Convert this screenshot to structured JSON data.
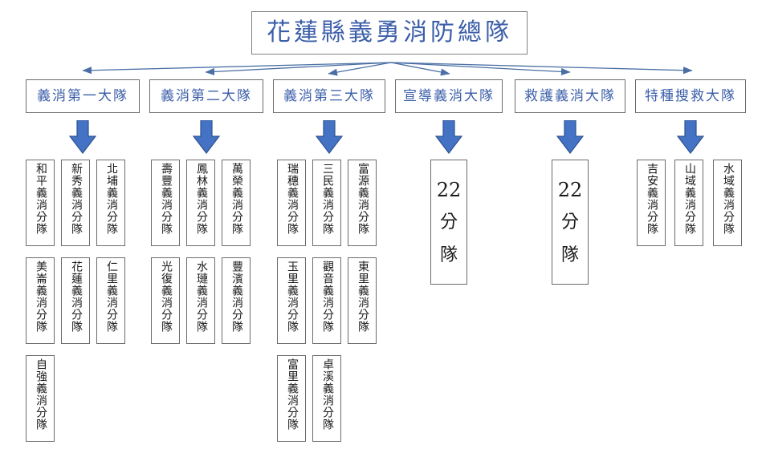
{
  "chart_data": {
    "type": "diagram",
    "title": "花蓮縣義勇消防總隊",
    "diagram_kind": "organizational-hierarchy",
    "levels": 3,
    "root": "花蓮縣義勇消防總隊",
    "branch_count": 6,
    "colors": {
      "title_text": "#3b5ea8",
      "division_text": "#3b5ea8",
      "unit_text": "#1a1a1a",
      "box_border": "#6b6b6b",
      "arrow_fill": "#4472c4",
      "arrow_stroke": "#2f528f",
      "connector_line": "#4a6fa5",
      "background": "#ffffff"
    }
  },
  "title": {
    "text": "花蓮縣義勇消防總隊"
  },
  "divisions": [
    {
      "label": "義消第一大隊",
      "units": [
        "和平義消分隊",
        "新秀義消分隊",
        "北埔義消分隊",
        "美崙義消分隊",
        "花蓮義消分隊",
        "仁里義消分隊",
        "自強義消分隊"
      ]
    },
    {
      "label": "義消第二大隊",
      "units": [
        "壽豐義消分隊",
        "鳳林義消分隊",
        "萬榮義消分隊",
        "光復義消分隊",
        "水璉義消分隊",
        "豐濱義消分隊"
      ]
    },
    {
      "label": "義消第三大隊",
      "units": [
        "瑞穗義消分隊",
        "三民義消分隊",
        "富源義消分隊",
        "玉里義消分隊",
        "觀音義消分隊",
        "東里義消分隊",
        "富里義消分隊",
        "卓溪義消分隊"
      ]
    },
    {
      "label": "宣導義消大隊",
      "count": {
        "number": "22",
        "unit_char_1": "分",
        "unit_char_2": "隊"
      }
    },
    {
      "label": "救護義消大隊",
      "count": {
        "number": "22",
        "unit_char_1": "分",
        "unit_char_2": "隊"
      }
    },
    {
      "label": "特種搜救大隊",
      "units": [
        "吉安義消分隊",
        "山域義消分隊",
        "水域義消分隊"
      ]
    }
  ]
}
